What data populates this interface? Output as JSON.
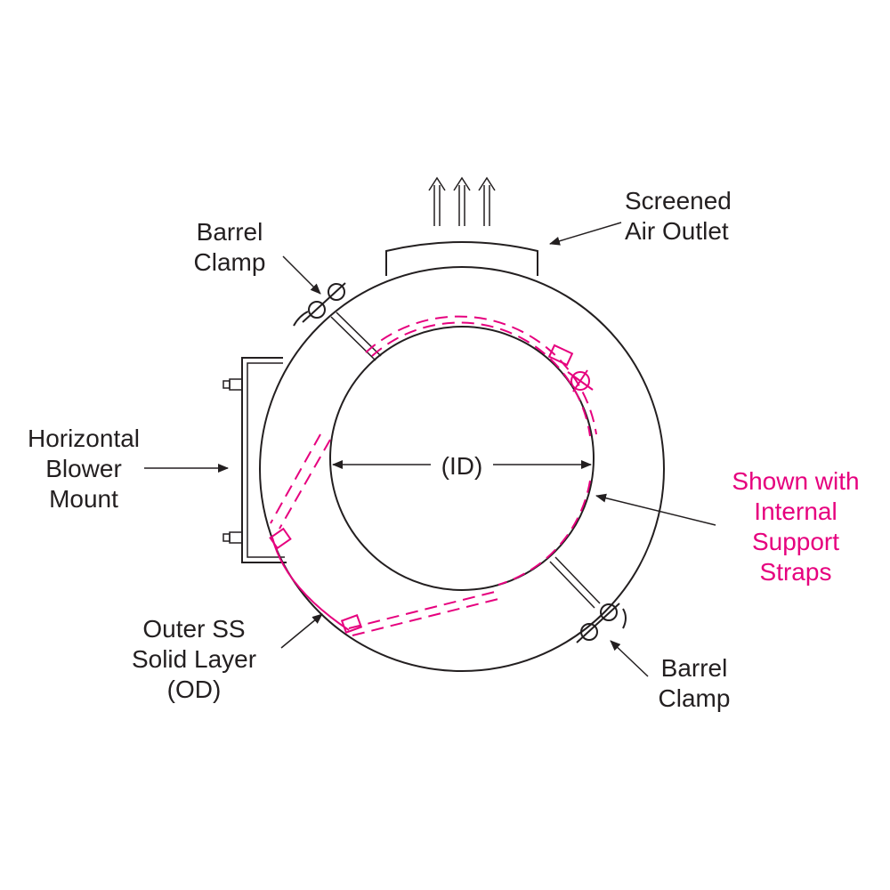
{
  "labels": {
    "screened_outlet": [
      "Screened",
      "Air Outlet"
    ],
    "barrel_clamp_top": [
      "Barrel",
      "Clamp"
    ],
    "blower_mount": [
      "Horizontal",
      "Blower",
      "Mount"
    ],
    "inner_diameter": "(ID)",
    "support_straps": [
      "Shown with",
      "Internal",
      "Support",
      "Straps"
    ],
    "outer_layer": [
      "Outer SS",
      "Solid Layer",
      "(OD)"
    ],
    "barrel_clamp_bottom": [
      "Barrel",
      "Clamp"
    ]
  },
  "colors": {
    "ink": "#231f20",
    "accent": "#e6007e"
  }
}
